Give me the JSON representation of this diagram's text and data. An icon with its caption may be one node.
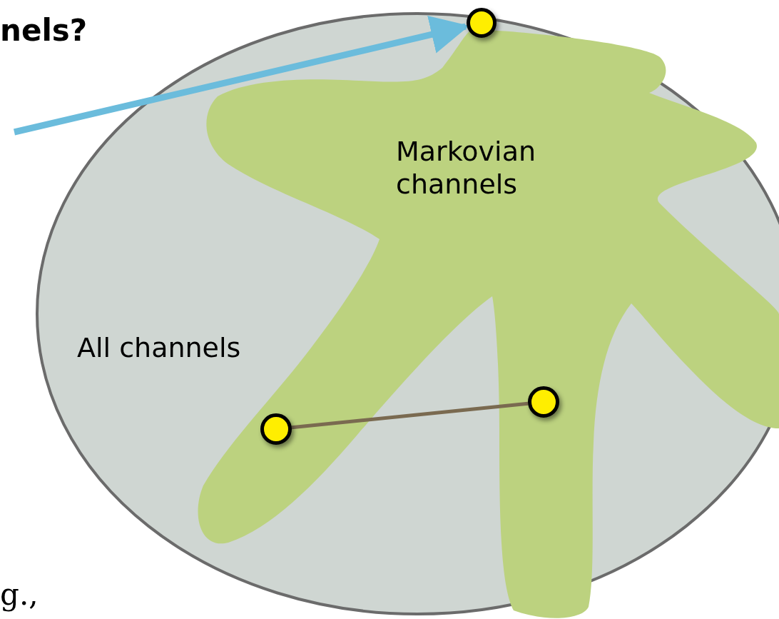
{
  "diagram": {
    "nodes": [
      {
        "text": [
          "All channels"
        ]
      },
      {
        "text": [
          "Markovian channels"
        ],
        "in": 0
      },
      {
        "text": [],
        "shape": "circle"
      },
      {
        "text": [],
        "shape": "circle",
        "in": 1
      },
      {
        "text": [],
        "shape": "circle",
        "in": 1
      }
    ],
    "edges": [
      {
        "from": null,
        "to": 2,
        "arrow": "to",
        "style": "thick",
        "color": "#6bbcdc"
      },
      {
        "from": 3,
        "to": 4,
        "arrow": "none",
        "color": "#7a6a50"
      }
    ],
    "labels": [
      "nels?",
      "g.,"
    ]
  }
}
